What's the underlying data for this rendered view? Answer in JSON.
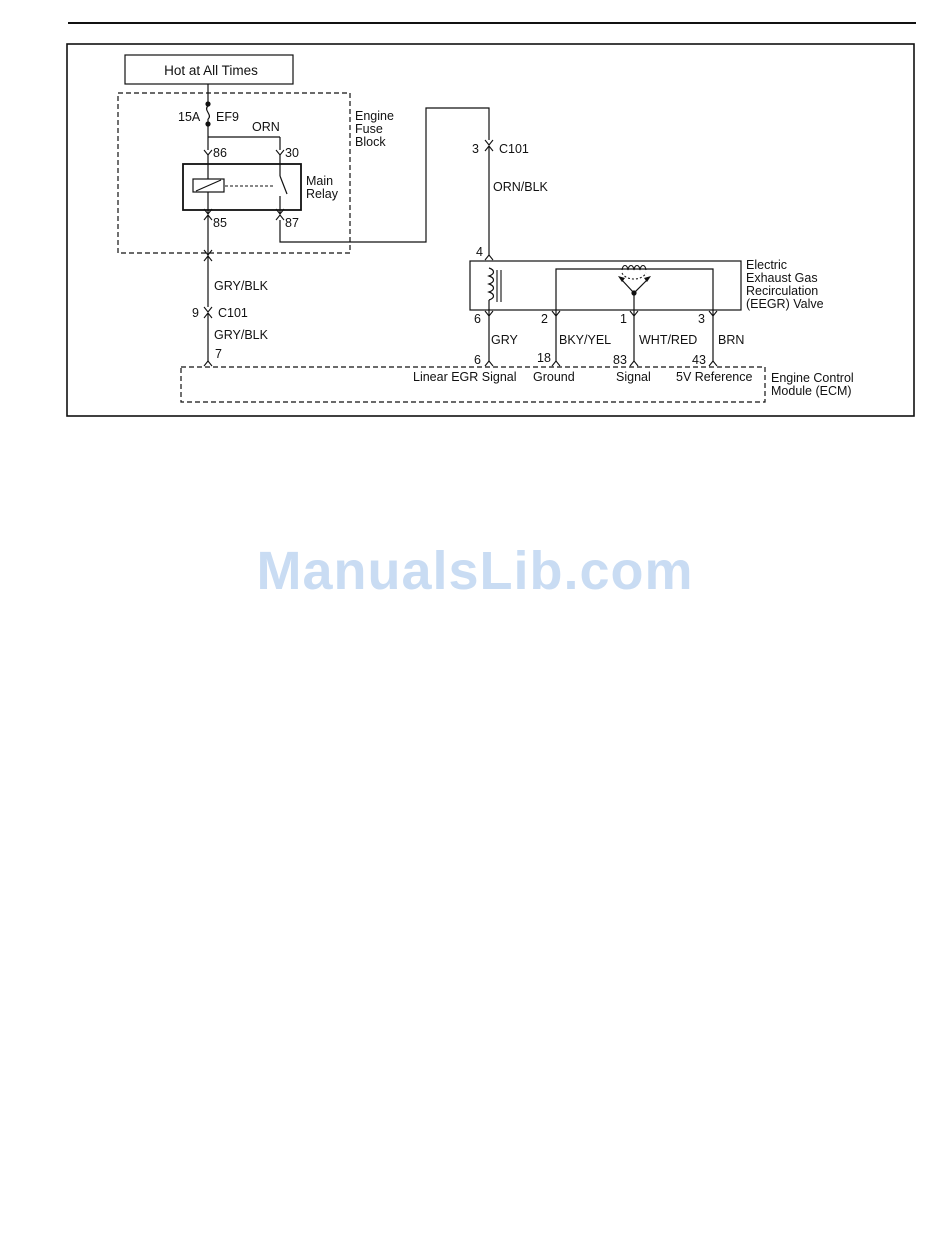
{
  "power_box": {
    "label": "Hot at All Times"
  },
  "fuse": {
    "rating": "15A",
    "name": "EF9"
  },
  "fuse_block": {
    "name": "Engine Fuse Block",
    "lines": [
      "Engine",
      "Fuse",
      "Block"
    ]
  },
  "relay": {
    "name_lines": [
      "Main",
      "Relay"
    ],
    "wire_top": "ORN",
    "pins": {
      "p86": "86",
      "p30": "30",
      "p85": "85",
      "p87": "87"
    }
  },
  "left_harness": {
    "wire_upper": "GRY/BLK",
    "connector_pin": "9",
    "connector": "C101",
    "wire_lower": "GRY/BLK",
    "ecm_pin": "7"
  },
  "right_harness": {
    "connector_pin": "3",
    "connector": "C101",
    "wire": "ORN/BLK",
    "valve_pin": "4"
  },
  "eegr_valve": {
    "name_lines": [
      "Electric",
      "Exhaust Gas",
      "Recirculation",
      "(EEGR) Valve"
    ]
  },
  "valve_circuits": [
    {
      "valve_pin": "6",
      "wire": "GRY",
      "ecm_pin": "6",
      "ecm_label": "Linear EGR Signal"
    },
    {
      "valve_pin": "2",
      "wire": "BKY/YEL",
      "ecm_pin": "18",
      "ecm_label": "Ground"
    },
    {
      "valve_pin": "1",
      "wire": "WHT/RED",
      "ecm_pin": "83",
      "ecm_label": "Signal"
    },
    {
      "valve_pin": "3",
      "wire": "BRN",
      "ecm_pin": "43",
      "ecm_label": "5V Reference"
    }
  ],
  "ecm": {
    "name_lines": [
      "Engine Control",
      "Module (ECM)"
    ]
  },
  "watermark": {
    "text": "ManualsLib.com",
    "color": "#c9dcf3"
  }
}
